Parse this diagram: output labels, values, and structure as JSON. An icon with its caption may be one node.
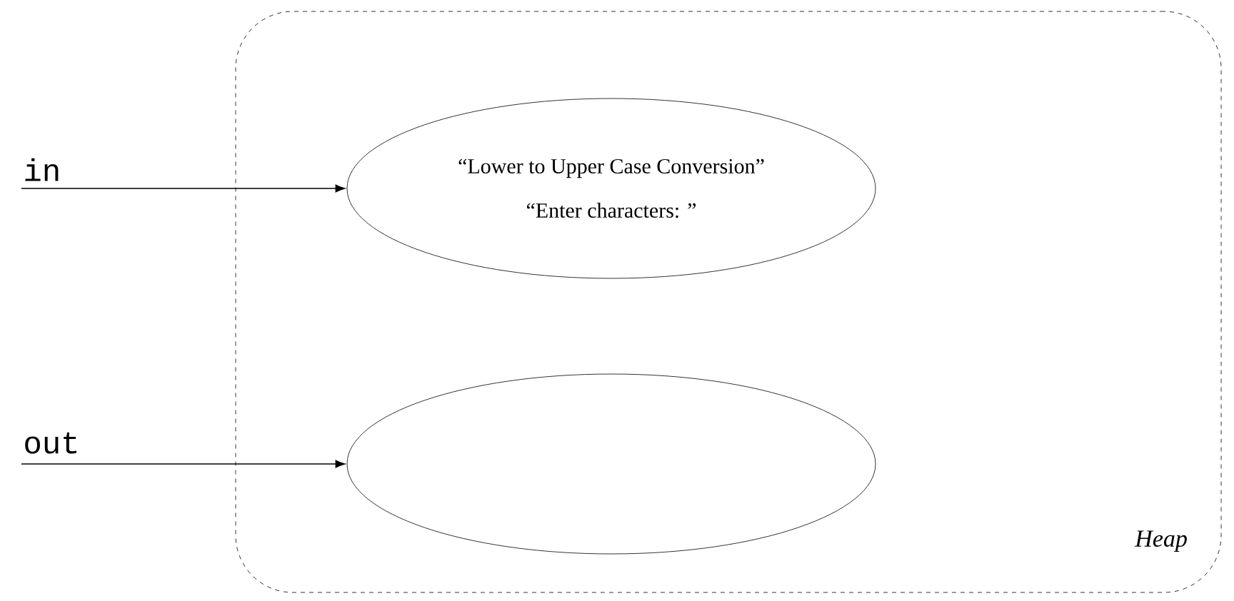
{
  "diagram": {
    "nodes": [
      {
        "text": [
          "Heap"
        ]
      },
      {
        "text": [
          "“Lower to Upper Case Conversion”",
          "“Enter characters: ”"
        ],
        "in": 0
      },
      {
        "text": [],
        "shape": "ellipse",
        "in": 0
      },
      {
        "text": [
          "in"
        ]
      },
      {
        "text": [
          "out"
        ]
      }
    ],
    "edges": [
      {
        "from": 3,
        "to": 1,
        "arrow": "to"
      },
      {
        "from": 4,
        "to": 2,
        "arrow": "to"
      }
    ]
  }
}
